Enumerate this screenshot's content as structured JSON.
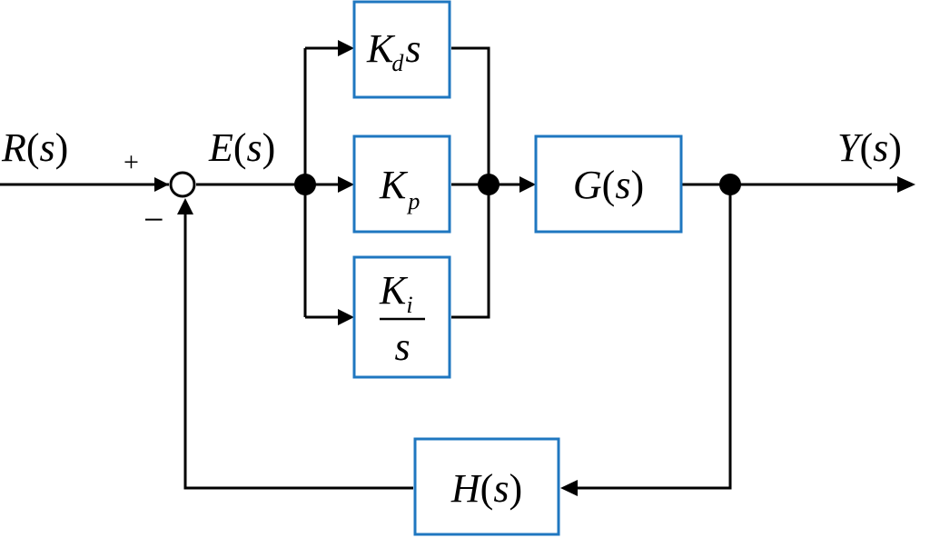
{
  "signals": {
    "input": {
      "name": "R",
      "arg": "s",
      "lp": "(",
      "rp": ")"
    },
    "error": {
      "name": "E",
      "arg": "s",
      "lp": "(",
      "rp": ")"
    },
    "output": {
      "name": "Y",
      "arg": "s",
      "lp": "(",
      "rp": ")"
    }
  },
  "summing_junction": {
    "plus_sign": "+",
    "minus_sign": "−"
  },
  "blocks": {
    "derivative": {
      "K": "K",
      "sub": "d",
      "var": "s"
    },
    "proportional": {
      "K": "K",
      "sub": "p"
    },
    "integral": {
      "K": "K",
      "sub": "i",
      "den": "s"
    },
    "plant": {
      "name": "G",
      "arg": "s",
      "lp": "(",
      "rp": ")"
    },
    "feedback": {
      "name": "H",
      "arg": "s",
      "lp": "(",
      "rp": ")"
    }
  },
  "colors": {
    "block_border": "#1f77c0",
    "line": "#000000",
    "background": "#ffffff"
  }
}
